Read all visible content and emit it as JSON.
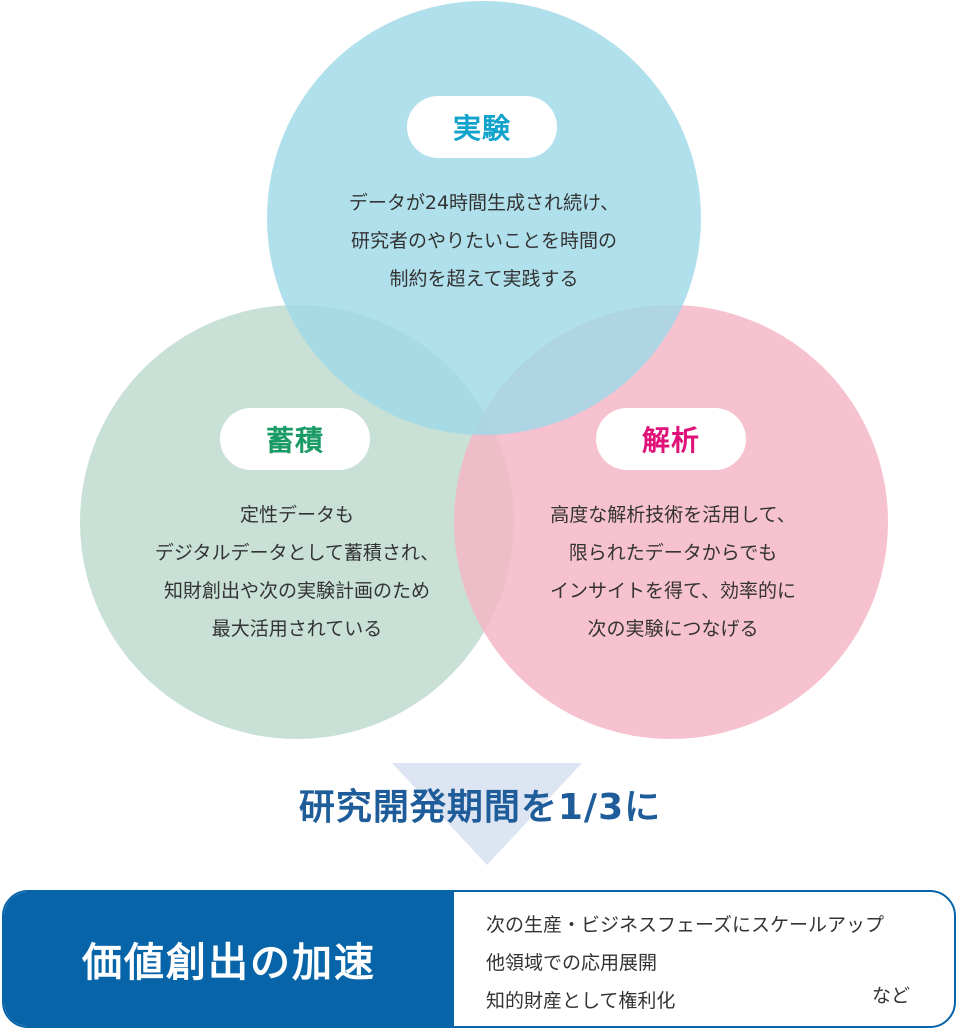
{
  "colors": {
    "experiment_circle": "#9fd9e8",
    "accumulation_circle": "#bcd9cc",
    "analysis_circle": "#f5b4c5",
    "experiment_title": "#12a3cc",
    "accumulation_title": "#1a9a64",
    "analysis_title": "#e0127a",
    "headline": "#1f5d9a",
    "arrow": "#dde4f2",
    "value_box": "#0864a8"
  },
  "circles": {
    "experiment": {
      "title": "実験",
      "lines": [
        "データが24時間生成され続け、",
        "研究者のやりたいことを時間の",
        "制約を超えて実践する"
      ]
    },
    "accumulation": {
      "title": "蓄積",
      "lines": [
        "定性データも",
        "デジタルデータとして蓄積され、",
        "知財創出や次の実験計画のため",
        "最大活用されている"
      ]
    },
    "analysis": {
      "title": "解析",
      "lines": [
        "高度な解析技術を活用して、",
        "限られたデータからでも",
        "インサイトを得て、効率的に",
        "次の実験につなげる"
      ]
    }
  },
  "headline": "研究開発期間を1/3に",
  "value": {
    "title": "価値創出の加速",
    "items": [
      "次の生産・ビジネスフェーズにスケールアップ",
      "他領域での応用展開",
      "知的財産として権利化"
    ],
    "etc": "など"
  }
}
